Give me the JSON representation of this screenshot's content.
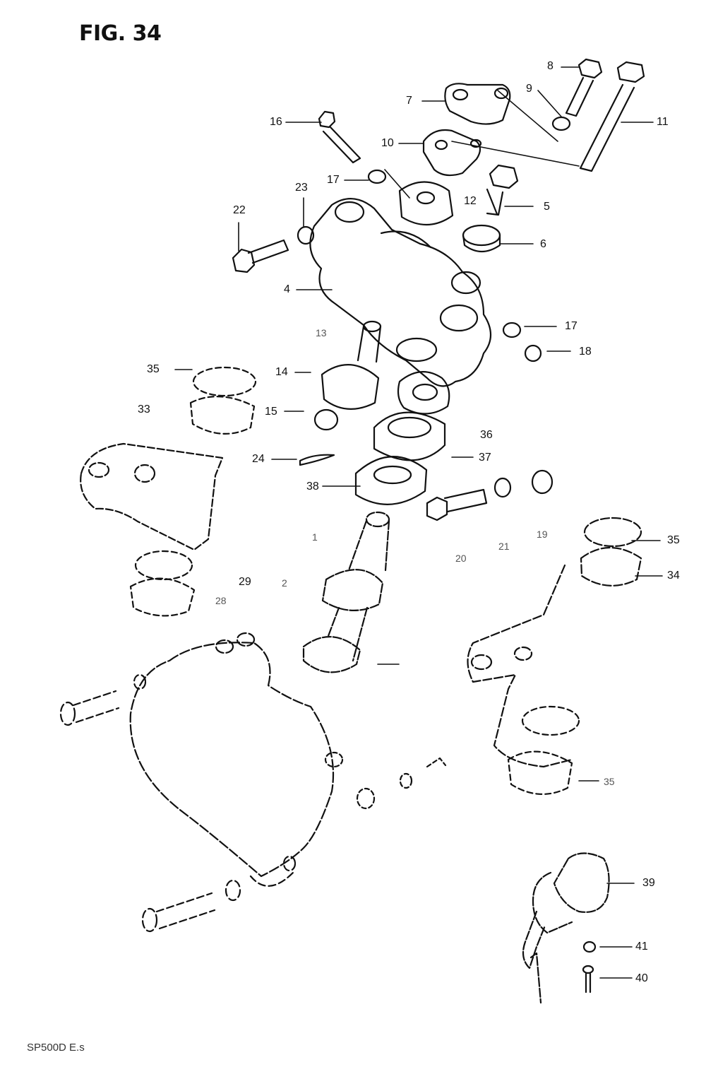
{
  "figure": {
    "title": "FIG. 34",
    "footer_code": "SP500D E.s"
  },
  "callouts": [
    {
      "id": "c8",
      "label": "8"
    },
    {
      "id": "c9",
      "label": "9"
    },
    {
      "id": "c7",
      "label": "7"
    },
    {
      "id": "c11",
      "label": "11"
    },
    {
      "id": "c16",
      "label": "16"
    },
    {
      "id": "c10",
      "label": "10"
    },
    {
      "id": "c17a",
      "label": "17"
    },
    {
      "id": "c23",
      "label": "23"
    },
    {
      "id": "c12",
      "label": "12"
    },
    {
      "id": "c5",
      "label": "5"
    },
    {
      "id": "c22",
      "label": "22"
    },
    {
      "id": "c6",
      "label": "6"
    },
    {
      "id": "c4",
      "label": "4"
    },
    {
      "id": "c13",
      "label": "13"
    },
    {
      "id": "c17b",
      "label": "17"
    },
    {
      "id": "c18",
      "label": "18"
    },
    {
      "id": "c35a",
      "label": "35"
    },
    {
      "id": "c14",
      "label": "14"
    },
    {
      "id": "c33",
      "label": "33"
    },
    {
      "id": "c15",
      "label": "15"
    },
    {
      "id": "c36",
      "label": "36"
    },
    {
      "id": "c24",
      "label": "24"
    },
    {
      "id": "c37",
      "label": "37"
    },
    {
      "id": "c38",
      "label": "38"
    },
    {
      "id": "c19",
      "label": "19"
    },
    {
      "id": "c1",
      "label": "1"
    },
    {
      "id": "c20",
      "label": "20"
    },
    {
      "id": "c21",
      "label": "21"
    },
    {
      "id": "c35b",
      "label": "35"
    },
    {
      "id": "c34",
      "label": "34"
    },
    {
      "id": "c29",
      "label": "29"
    },
    {
      "id": "c2",
      "label": "2"
    },
    {
      "id": "c28",
      "label": "28"
    },
    {
      "id": "c35c",
      "label": "35"
    },
    {
      "id": "c39",
      "label": "39"
    },
    {
      "id": "c41",
      "label": "41"
    },
    {
      "id": "c40",
      "label": "40"
    }
  ]
}
